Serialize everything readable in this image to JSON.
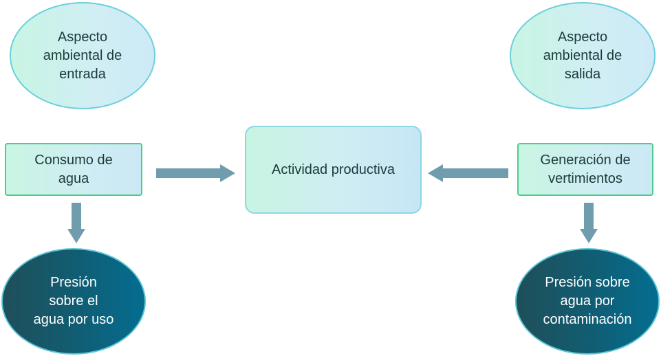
{
  "nodes": {
    "input_aspect": "Aspecto\nambiental de\nentrada",
    "output_aspect": "Aspecto\nambiental de\nsalida",
    "water_consumption": "Consumo de\nagua",
    "productive_activity": "Actividad productiva",
    "wastewater_generation": "Generación de\nvertimientos",
    "pressure_use": "Presión\nsobre el\nagua por uso",
    "pressure_pollution": "Presión sobre\nagua por\ncontaminación"
  },
  "colors": {
    "arrow": "#6f9dae",
    "light_fill": "#c8f5e3",
    "dark_fill": "#105e74",
    "box_border": "#4ccc8c"
  }
}
